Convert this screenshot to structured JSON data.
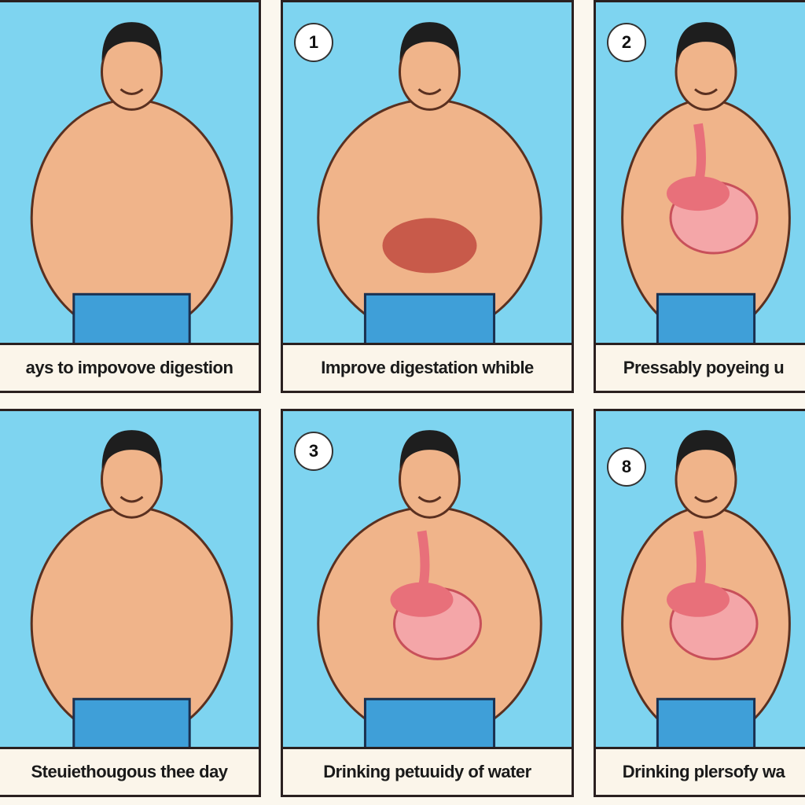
{
  "panels": [
    {
      "number": "",
      "caption": "ays to impovove digestion"
    },
    {
      "number": "1",
      "caption": "Improve digestation whible"
    },
    {
      "number": "2",
      "caption": "Pressably poyeing u"
    },
    {
      "number": "",
      "caption": "Steuiethougous thee day"
    },
    {
      "number": "3",
      "caption": "Drinking petuuidy of water"
    },
    {
      "number": "8",
      "caption": "Drinking plersofy wa"
    }
  ],
  "colors": {
    "sky": "#7ed4f0",
    "skin": "#f0b48a",
    "shorts": "#3f9fd8",
    "hair": "#1e1e1e",
    "caption_bg": "#fbf5ea",
    "organ": "#e8707a"
  }
}
